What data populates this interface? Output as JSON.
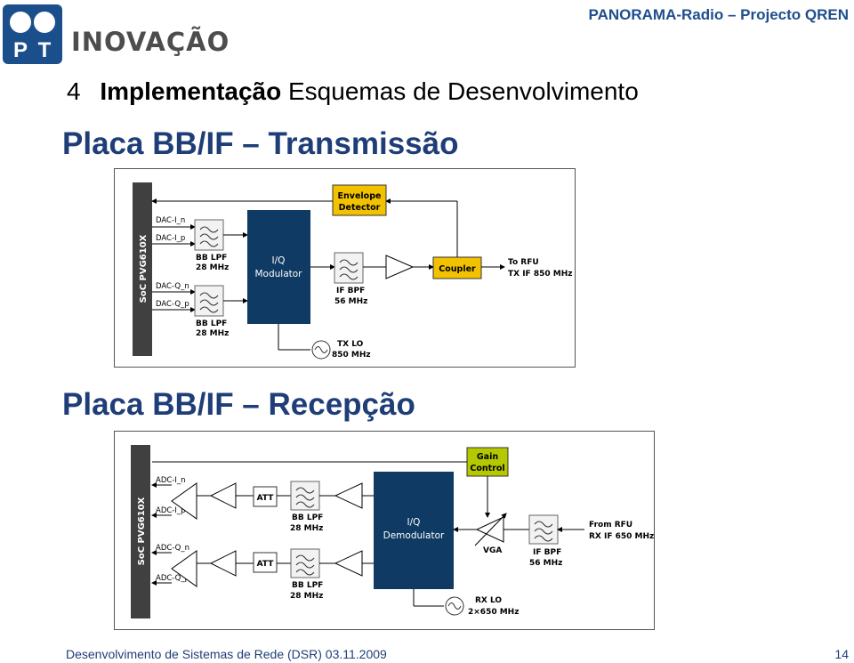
{
  "logo": {
    "letters": [
      "P",
      "T"
    ],
    "word": "INOVAÇÃO"
  },
  "header": {
    "title": "PANORAMA-Radio – Projecto QREN"
  },
  "section": {
    "number": "4",
    "bold": "Implementação",
    "rest": "Esquemas de Desenvolvimento"
  },
  "tx": {
    "title": "Placa BB/IF – Transmissão",
    "soc": "SoC PVG610X",
    "dac_i_n": "DAC-I_n",
    "dac_i_p": "DAC-I_p",
    "dac_q_n": "DAC-Q_n",
    "dac_q_p": "DAC-Q_p",
    "lpf1": [
      "BB LPF",
      "28 MHz"
    ],
    "lpf2": [
      "BB LPF",
      "28 MHz"
    ],
    "modulator": [
      "I/Q",
      "Modulator"
    ],
    "env": [
      "Envelope",
      "Detector"
    ],
    "ifbpf": [
      "IF BPF",
      "56 MHz"
    ],
    "coupler": "Coupler",
    "to_rfu": [
      "To RFU",
      "TX IF 850 MHz"
    ],
    "lo": [
      "TX LO",
      "850 MHz"
    ]
  },
  "rx": {
    "title": "Placa BB/IF – Recepção",
    "soc": "SoC PVG610X",
    "adc_i_n": "ADC-I_n",
    "adc_i_p": "ADC-I_p",
    "adc_q_n": "ADC-Q_n",
    "adc_q_p": "ADC-Q_p",
    "att1": "ATT",
    "att2": "ATT",
    "lpf1": [
      "BB LPF",
      "28 MHz"
    ],
    "lpf2": [
      "BB LPF",
      "28 MHz"
    ],
    "demod": [
      "I/Q",
      "Demodulator"
    ],
    "gain": [
      "Gain",
      "Control"
    ],
    "vga": "VGA",
    "ifbpf": [
      "IF BPF",
      "56 MHz"
    ],
    "from_rfu": [
      "From RFU",
      "RX IF 650 MHz"
    ],
    "lo": [
      "RX LO",
      "2×650 MHz"
    ]
  },
  "footer": {
    "left": "Desenvolvimento de Sistemas de Rede (DSR) 03.11.2009",
    "page": "14"
  },
  "colors": {
    "title": "#1f3e78",
    "soc": "#404040",
    "modulator": "#0e3a63",
    "yellow": "#f2c200",
    "green": "#b5c900"
  }
}
